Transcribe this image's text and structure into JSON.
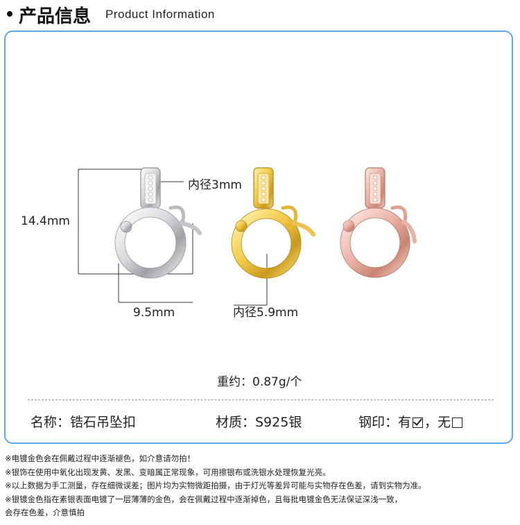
{
  "header": {
    "title_cn": "产品信息",
    "title_en": "Product Information"
  },
  "dimensions": {
    "height": "14.4mm",
    "width": "9.5mm",
    "inner_top": "内径3mm",
    "inner_ring": "内径5.9mm"
  },
  "product_variants": [
    "silver",
    "gold",
    "rose-gold"
  ],
  "colors": {
    "border": "#5aa9ef",
    "silver": "#d9d9dc",
    "gold": "#f3c845",
    "rose_gold": "#eab3a5"
  },
  "weight": "重约：0.87g/个",
  "specs": {
    "name": "名称：锆石吊坠扣",
    "material": "材质：S925银",
    "stamp_label": "钢印：有",
    "stamp_sep": "，无",
    "stamp_yes_checked": true,
    "stamp_no_checked": false
  },
  "notes": [
    "※电镀金色会在佩戴过程中逐渐褪色，如介意请勿拍！",
    "※银饰在使用中氧化出现发黄、发黑、变暗属正常现象，可用擦银布或洗银水处理恢复光亮。",
    "※以上数据为手工测量，存在细微误差；图片均为实物微距拍摄，由于灯光等差异可能与实物存在色差，请到实物为准。",
    "※银镀金色指在素银表面电镀了一层薄薄的金色，会在佩戴过程中逐渐掉色，且每批电镀金色无法保证深浅一致，",
    "会存在色差，介意慎拍"
  ]
}
